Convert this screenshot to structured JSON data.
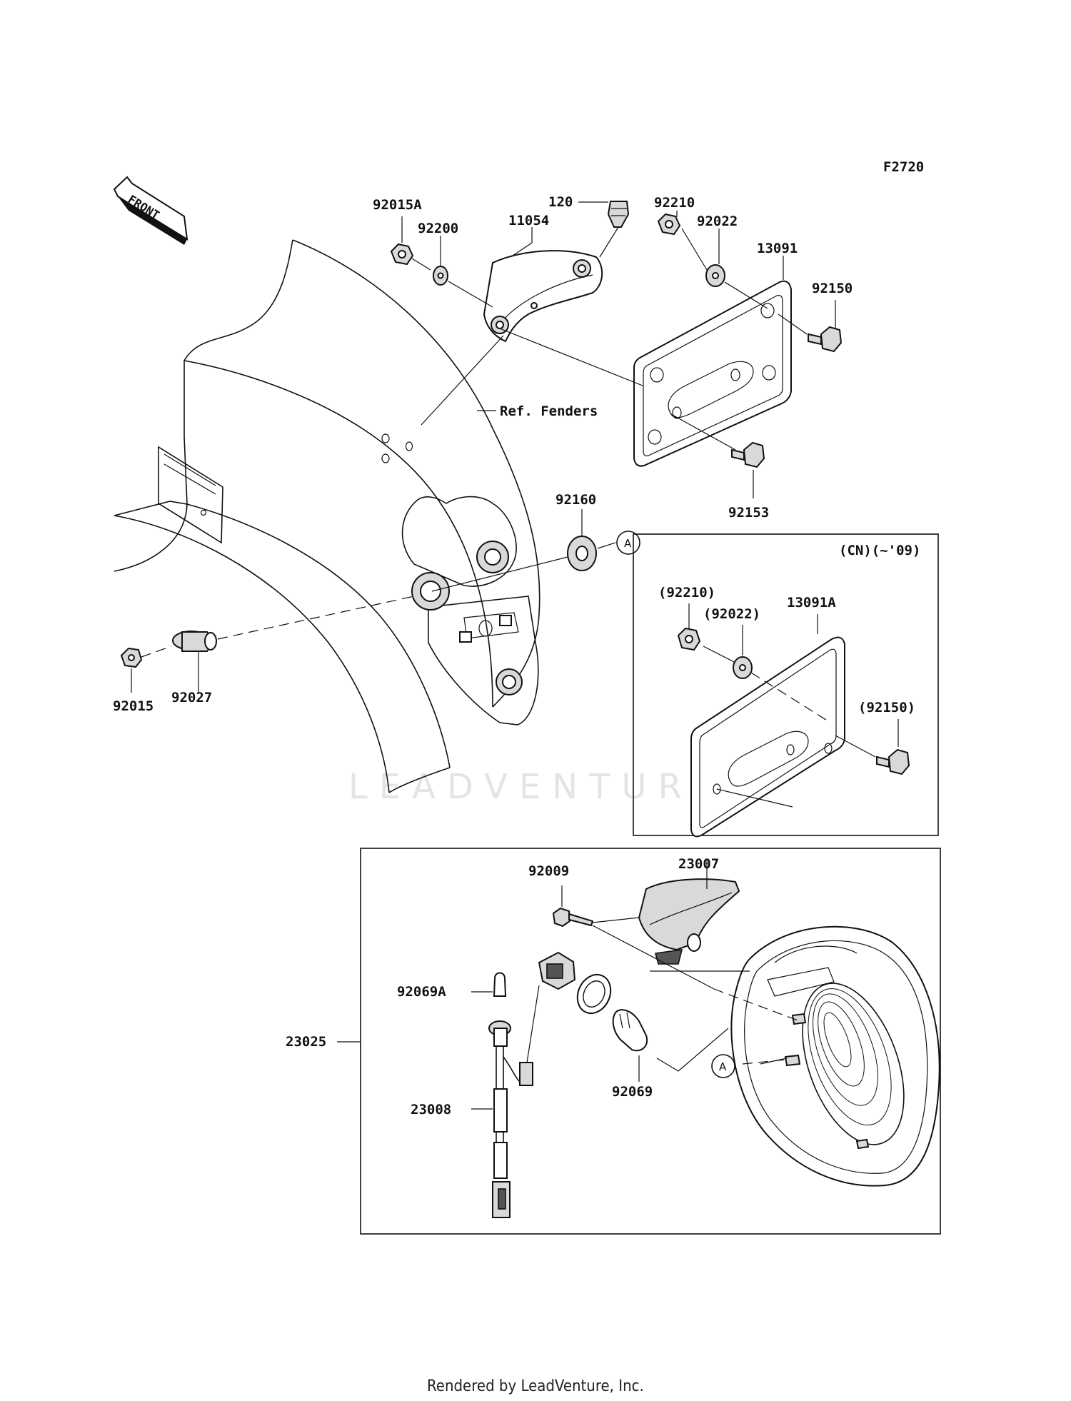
{
  "diagram_code": "F2720",
  "front_label": "FRONT",
  "ref_label": "Ref. Fenders",
  "inset_label": "(CN)(~'09)",
  "connector_label": "A",
  "watermark": "LEADVENTURE",
  "footer": "Rendered by LeadVenture, Inc.",
  "parts": {
    "p92015A": "92015A",
    "p92200": "92200",
    "p11054": "11054",
    "p120": "120",
    "p92210": "92210",
    "p92022": "92022",
    "p13091": "13091",
    "p92150": "92150",
    "p92153": "92153",
    "p92160": "92160",
    "p92015": "92015",
    "p92027": "92027",
    "p92210_alt": "(92210)",
    "p92022_alt": "(92022)",
    "p13091A": "13091A",
    "p92150_alt": "(92150)",
    "p92009": "92009",
    "p23007": "23007",
    "p92069A": "92069A",
    "p23025": "23025",
    "p92069": "92069",
    "p23008": "23008"
  }
}
